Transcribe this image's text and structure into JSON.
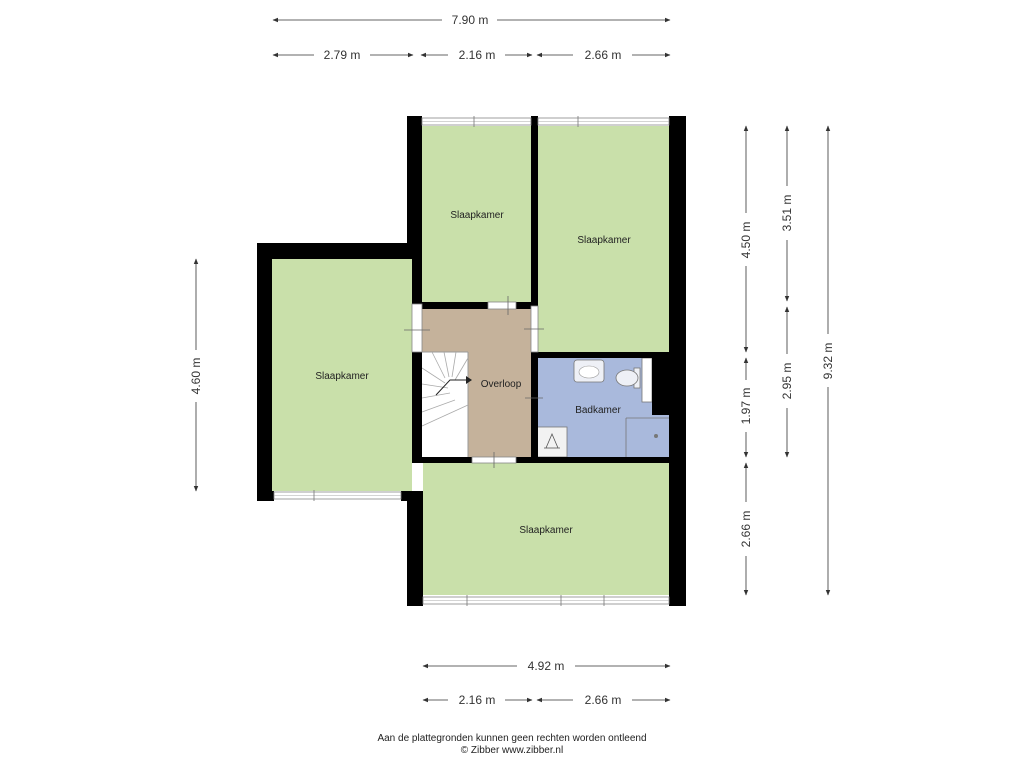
{
  "colors": {
    "bedroom": "#c9e0aa",
    "landing": "#c5b29b",
    "bathroom": "#a9b9dc",
    "wall": "#000000",
    "dimension_line": "#333333"
  },
  "rooms": [
    {
      "id": "bedroom-top-left",
      "label": "Slaapkamer"
    },
    {
      "id": "bedroom-top-right",
      "label": "Slaapkamer"
    },
    {
      "id": "bedroom-left",
      "label": "Slaapkamer"
    },
    {
      "id": "landing",
      "label": "Overloop"
    },
    {
      "id": "bathroom",
      "label": "Badkamer"
    },
    {
      "id": "bedroom-bottom",
      "label": "Slaapkamer"
    }
  ],
  "dimensions": {
    "top_total": "7.90 m",
    "top_segments": [
      "2.79 m",
      "2.16 m",
      "2.66 m"
    ],
    "bottom_total": "4.92 m",
    "bottom_segments": [
      "2.16 m",
      "2.66 m"
    ],
    "left_height": "4.60 m",
    "right_segments": [
      "4.50 m",
      "1.97 m",
      "2.66 m"
    ],
    "right_mid_segments": [
      "3.51 m",
      "2.95 m"
    ],
    "right_total": "9.32 m"
  },
  "footer": {
    "disclaimer": "Aan de plattegronden kunnen geen rechten worden ontleend",
    "credit": "© Zibber www.zibber.nl"
  }
}
